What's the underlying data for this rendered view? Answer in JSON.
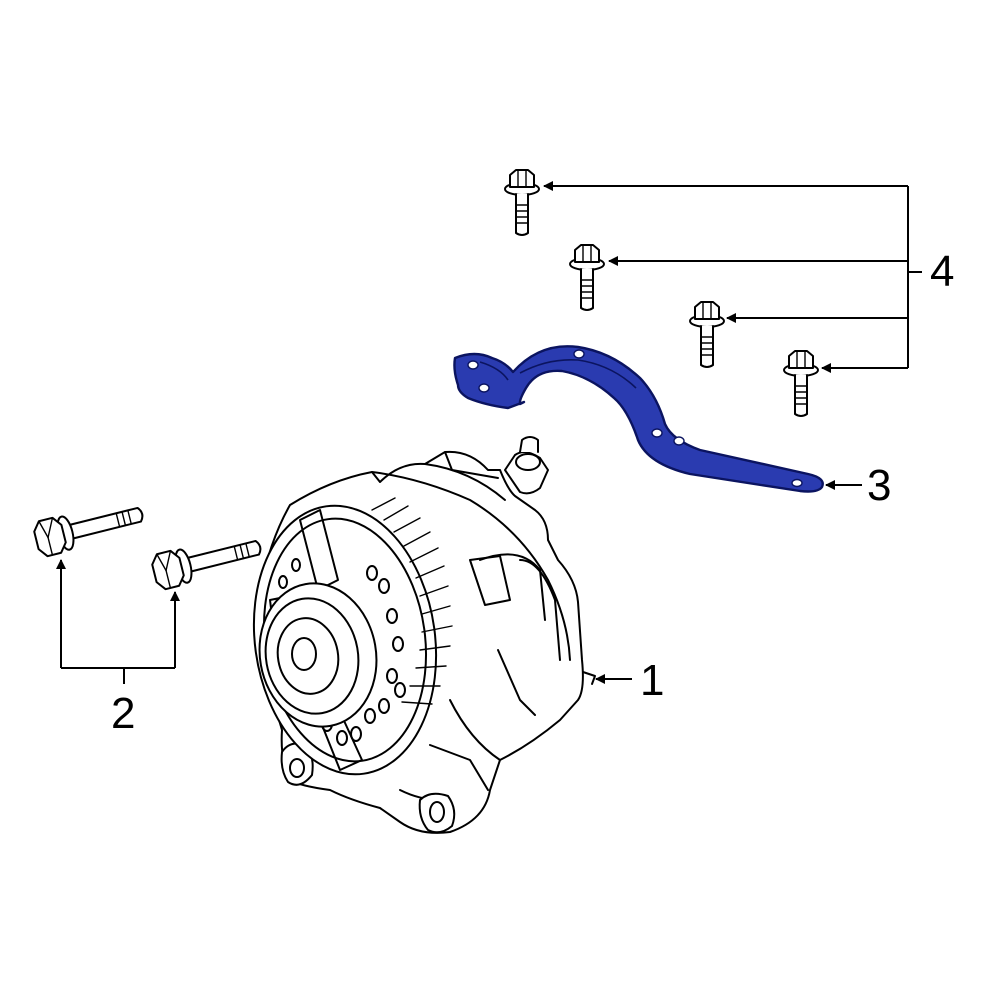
{
  "diagram": {
    "highlight_color": "#2a3bb0",
    "highlight_stroke": "#0b1460",
    "callouts": [
      {
        "id": "1",
        "text": "1"
      },
      {
        "id": "2",
        "text": "2"
      },
      {
        "id": "3",
        "text": "3"
      },
      {
        "id": "4",
        "text": "4"
      }
    ],
    "parts": [
      {
        "callout": "1",
        "icon": "alternator-icon"
      },
      {
        "callout": "2",
        "icon": "mounting-bolt-icon",
        "count": 2
      },
      {
        "callout": "3",
        "icon": "bracket-icon",
        "highlighted": true
      },
      {
        "callout": "4",
        "icon": "flange-bolt-icon",
        "count": 4
      }
    ]
  }
}
